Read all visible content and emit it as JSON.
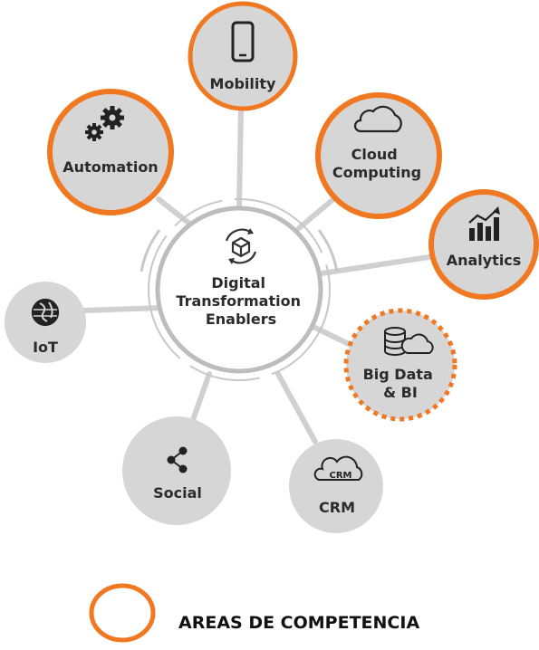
{
  "center": {
    "lines": [
      "Digital",
      "Transformation",
      "Enablers"
    ],
    "icon": "gear-cube-cycle-icon"
  },
  "nodes": [
    {
      "key": "mobility",
      "lines": [
        "Mobility"
      ],
      "icon": "smartphone-icon",
      "highlight": "solid"
    },
    {
      "key": "cloud",
      "lines": [
        "Cloud",
        "Computing"
      ],
      "icon": "cloud-icon",
      "highlight": "solid"
    },
    {
      "key": "analytics",
      "lines": [
        "Analytics"
      ],
      "icon": "bar-chart-icon",
      "highlight": "solid"
    },
    {
      "key": "bigdata",
      "lines": [
        "Big Data",
        "& BI"
      ],
      "icon": "database-cloud-icon",
      "highlight": "dashed"
    },
    {
      "key": "crm",
      "lines": [
        "CRM"
      ],
      "icon": "crm-cloud-icon",
      "icon_text": "CRM",
      "highlight": "none"
    },
    {
      "key": "social",
      "lines": [
        "Social"
      ],
      "icon": "share-icon",
      "highlight": "none"
    },
    {
      "key": "iot",
      "lines": [
        "IoT"
      ],
      "icon": "globe-icon",
      "highlight": "none"
    },
    {
      "key": "automation",
      "lines": [
        "Automation"
      ],
      "icon": "gears-icon",
      "highlight": "solid"
    }
  ],
  "legend": {
    "label": "AREAS DE COMPETENCIA"
  },
  "colors": {
    "accent": "#f07820",
    "node_fill": "#d6d6d6",
    "connector": "#d0d0d0",
    "text": "#2b2b2b",
    "ring": "#bdbdbd"
  }
}
